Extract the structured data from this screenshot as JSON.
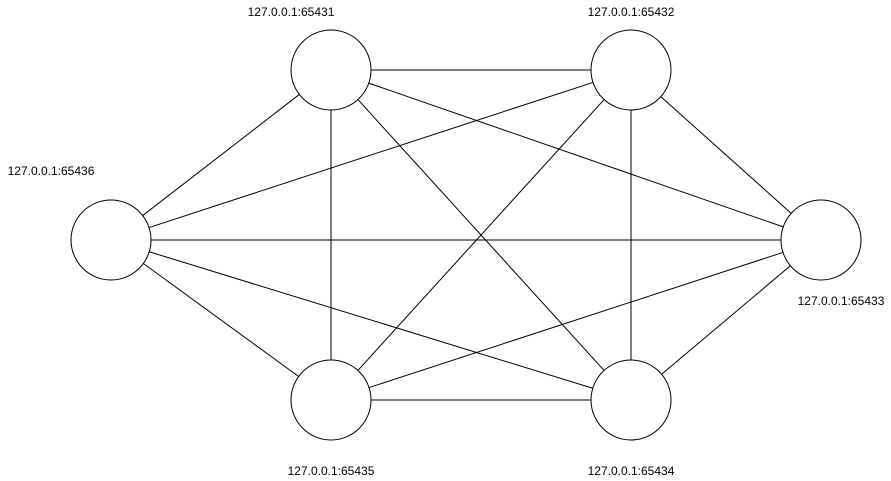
{
  "diagram": {
    "nodes": [
      {
        "id": "n65431",
        "label": "127.0.0.1:65431"
      },
      {
        "id": "n65432",
        "label": "127.0.0.1:65432"
      },
      {
        "id": "n65433",
        "label": "127.0.0.1:65433"
      },
      {
        "id": "n65434",
        "label": "127.0.0.1:65434"
      },
      {
        "id": "n65435",
        "label": "127.0.0.1:65435"
      },
      {
        "id": "n65436",
        "label": "127.0.0.1:65436"
      }
    ],
    "edges": [
      [
        "n65431",
        "n65432"
      ],
      [
        "n65431",
        "n65433"
      ],
      [
        "n65431",
        "n65434"
      ],
      [
        "n65431",
        "n65435"
      ],
      [
        "n65431",
        "n65436"
      ],
      [
        "n65432",
        "n65433"
      ],
      [
        "n65432",
        "n65434"
      ],
      [
        "n65432",
        "n65435"
      ],
      [
        "n65432",
        "n65436"
      ],
      [
        "n65433",
        "n65434"
      ],
      [
        "n65433",
        "n65435"
      ],
      [
        "n65433",
        "n65436"
      ],
      [
        "n65434",
        "n65435"
      ],
      [
        "n65434",
        "n65436"
      ],
      [
        "n65435",
        "n65436"
      ]
    ]
  }
}
